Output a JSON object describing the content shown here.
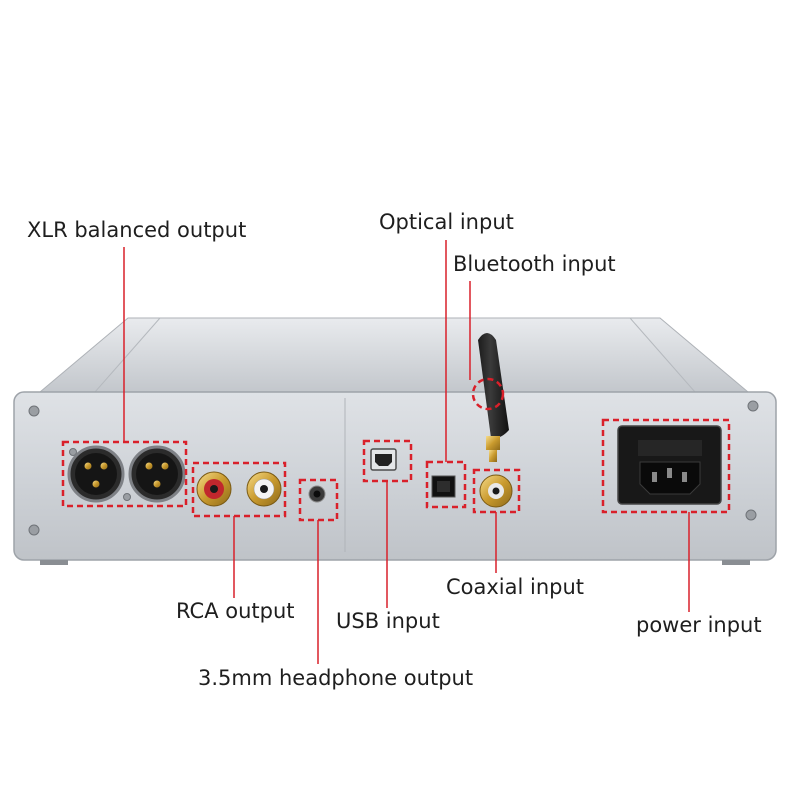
{
  "labels": {
    "xlr": "XLR balanced output",
    "optical": "Optical input",
    "bluetooth": "Bluetooth input",
    "rca": "RCA output",
    "usb": "USB input",
    "coaxial": "Coaxial input",
    "power": "power input",
    "headphone": "3.5mm headphone output"
  },
  "colors": {
    "callout": "#d9202a",
    "chassis": "#d5d8dc",
    "text": "#1e1e1e"
  }
}
